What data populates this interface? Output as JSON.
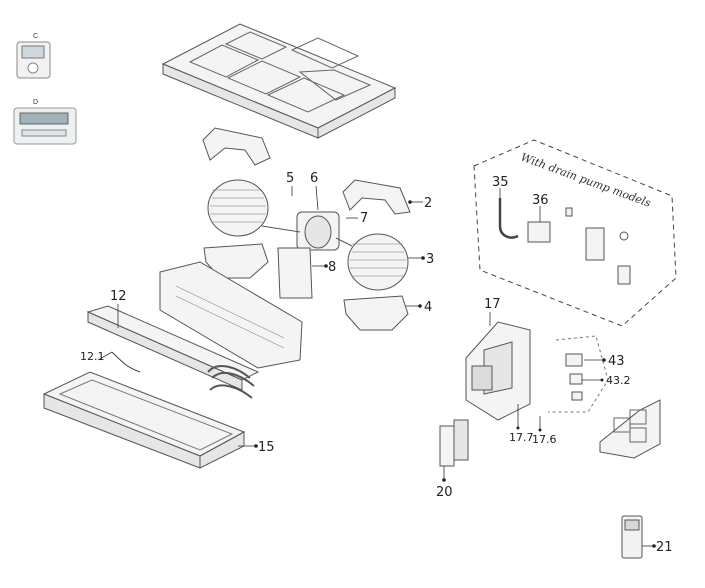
{
  "controllers": {
    "c_label": "C",
    "d_label": "D"
  },
  "drain_pump_group": {
    "title": "With drain pump models"
  },
  "callouts": [
    "2",
    "3",
    "4",
    "5",
    "6",
    "7",
    "8",
    "12",
    "12.1",
    "15",
    "17",
    "17.6",
    "17.7",
    "20",
    "21",
    "35",
    "36",
    "43",
    "43.2"
  ]
}
